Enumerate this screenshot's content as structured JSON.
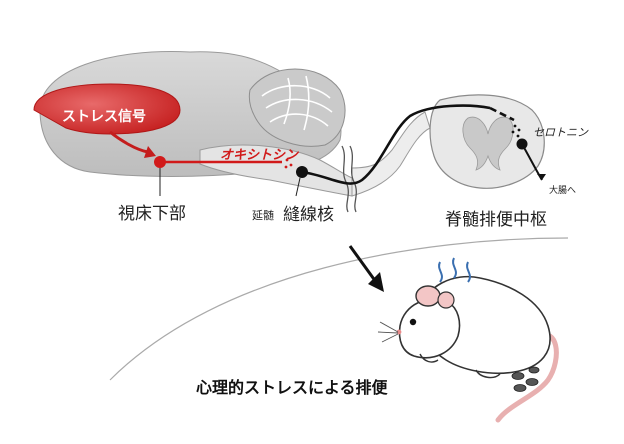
{
  "labels": {
    "stress_signal": "ストレス信号",
    "hypothalamus": "視床下部",
    "oxytocin": "オキシトシン",
    "medulla": "延髄",
    "raphe_nucleus": "縫線核",
    "serotonin": "セロトニン",
    "large_intestine": "大腸へ",
    "spinal_center": "脊髄排便中枢",
    "caption": "心理的ストレスによる排便"
  },
  "colors": {
    "brain_fill": "#cfcfcf",
    "brain_dark": "#a9a9a9",
    "pathway_red": "#d11a1a",
    "neuron_black": "#111111",
    "bubble_red": "#d63a3a"
  }
}
